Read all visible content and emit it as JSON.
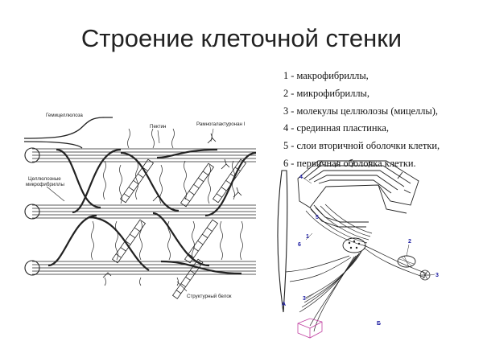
{
  "slide": {
    "title": "Строение клеточной стенки"
  },
  "legend": {
    "items": [
      "1 - макрофибриллы,",
      "2 - микрофибриллы,",
      "3 - молекулы целлюлозы  (мицеллы),",
      "4 - срединная пластинка,",
      "5 - слои вторичной оболочки клетки,",
      "6 - первичная оболочка клетки."
    ]
  },
  "left_figure": {
    "labels": {
      "hemicellulose": "Гемицеллюлоза",
      "pectin": "Пектин",
      "rhamnogalacturonan": "Рамногалактуронан I",
      "cellulose_microfibrils_line1": "Целлюлозные",
      "cellulose_microfibrils_line2": "микрофибриллы",
      "structural_protein": "Структурный белок"
    }
  },
  "right_figure": {
    "numbers": [
      "1",
      "2",
      "3",
      "4",
      "5",
      "6"
    ],
    "letters": [
      "А",
      "Б"
    ]
  },
  "colors": {
    "line": "#222222",
    "annotation": "#1a1aa0",
    "magenta_cube": "#c040a0"
  }
}
